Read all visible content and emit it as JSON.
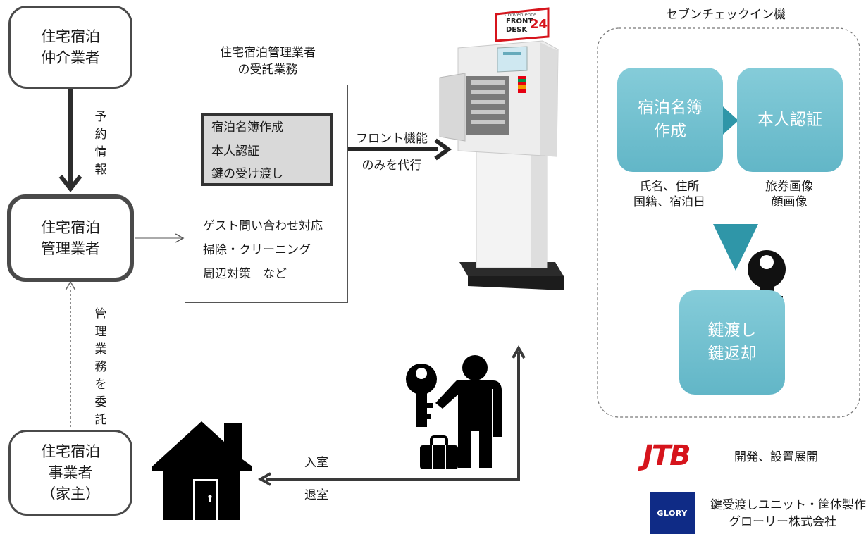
{
  "boxes": {
    "broker": "住宅宿泊\n仲介業者",
    "manager": "住宅宿泊\n管理業者",
    "owner": "住宅宿泊\n事業者\n（家主）"
  },
  "arrows": {
    "reservation_info": "予約情報",
    "consign_management": "管理業務を委託"
  },
  "outsourced": {
    "title_line1": "住宅宿泊管理業者",
    "title_line2": "の受託業務",
    "highlight_items": [
      "宿泊名簿作成",
      "本人認証",
      "鍵の受け渡し"
    ],
    "other_items": [
      "ゲスト問い合わせ対応",
      "掃除・クリーニング",
      "周辺対策　など"
    ]
  },
  "front_arrow": {
    "line1": "フロント機能",
    "line2": "のみを代行"
  },
  "kiosk": {
    "sign_small": "Convenience",
    "sign_line1": "FRONT",
    "sign_line2": "DESK",
    "sign_number": "24"
  },
  "seven_checkin": {
    "title": "セブンチェックイン機",
    "step1": "宿泊名簿\n作成",
    "step2": "本人認証",
    "step3": "鍵渡し\n鍵返却",
    "caption1_line1": "氏名、住所",
    "caption1_line2": "国籍、宿泊日",
    "caption2_line1": "旅券画像",
    "caption2_line2": "顔画像"
  },
  "room": {
    "enter": "入室",
    "exit": "退室"
  },
  "partners": {
    "jtb_logo": "JTB",
    "jtb_role": "開発、設置展開",
    "glory_logo": "GLORY",
    "glory_role": "鍵受渡しユニット・筐体製作",
    "glory_name": "グローリー株式会社"
  },
  "colors": {
    "teal": "#6bbccc",
    "teal_dark": "#2f96a8",
    "line": "#3a3a3a",
    "jtb_red": "#d6141c",
    "glory_navy": "#0f2b86"
  }
}
